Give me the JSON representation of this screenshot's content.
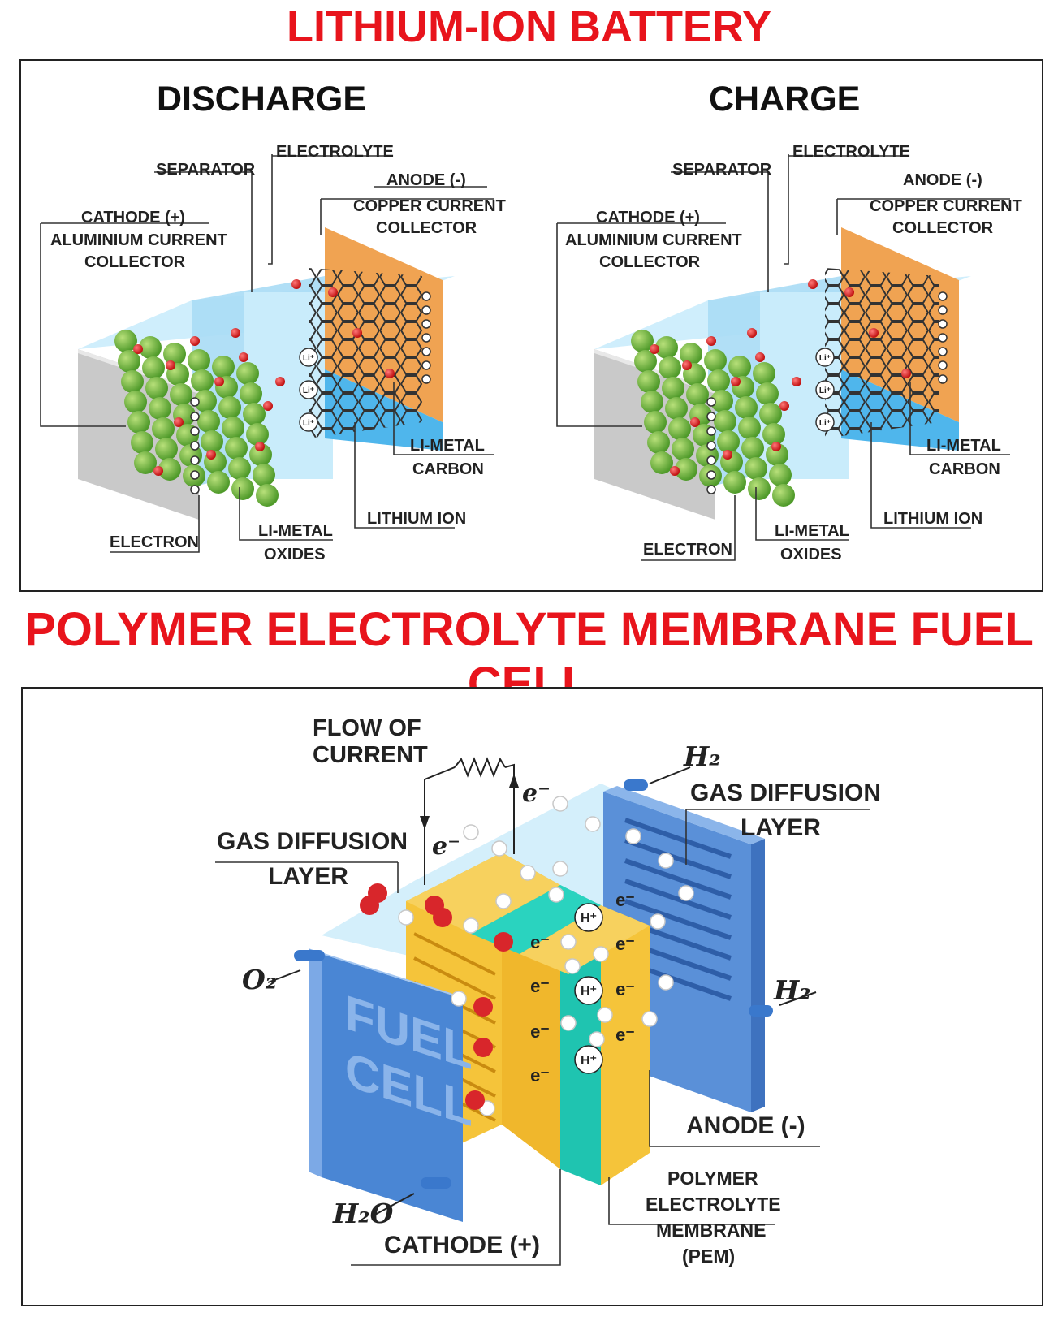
{
  "titles": {
    "battery": "LITHIUM-ION BATTERY",
    "fuel_cell": "POLYMER ELECTROLYTE MEMBRANE FUEL CELL"
  },
  "battery": {
    "discharge": {
      "heading": "DISCHARGE",
      "labels": {
        "separator": "SEPARATOR",
        "electrolyte": "ELECTROLYTE",
        "anode": "ANODE (-)",
        "copper_1": "COPPER CURRENT",
        "copper_2": "COLLECTOR",
        "cathode": "CATHODE (+)",
        "aluminium_1": "ALUMINIUM CURRENT",
        "aluminium_2": "COLLECTOR",
        "li_metal_carbon_1": "LI-METAL",
        "li_metal_carbon_2": "CARBON",
        "lithium_ion": "LITHIUM ION",
        "li_metal_oxides_1": "LI-METAL",
        "li_metal_oxides_2": "OXIDES",
        "electron": "ELECTRON"
      }
    },
    "charge": {
      "heading": "CHARGE",
      "labels": {
        "separator": "SEPARATOR",
        "electrolyte": "ELECTROLYTE",
        "anode": "ANODE (-)",
        "copper_1": "COPPER CURRENT",
        "copper_2": "COLLECTOR",
        "cathode": "CATHODE (+)",
        "aluminium_1": "ALUMINIUM CURRENT",
        "aluminium_2": "COLLECTOR",
        "li_metal_carbon_1": "LI-METAL",
        "li_metal_carbon_2": "CARBON",
        "lithium_ion": "LITHIUM ION",
        "li_metal_oxides_1": "LI-METAL",
        "li_metal_oxides_2": "OXIDES",
        "electron": "ELECTRON"
      }
    },
    "ion_symbol": "Li⁺"
  },
  "fuel_cell": {
    "flow_1": "FLOW OF",
    "flow_2": "CURRENT",
    "gdl_right_1": "GAS DIFFUSION",
    "gdl_right_2": "LAYER",
    "gdl_left_1": "GAS DIFFUSION",
    "gdl_left_2": "LAYER",
    "anode": "ANODE (-)",
    "cathode": "CATHODE (+)",
    "pem_1": "POLYMER",
    "pem_2": "ELECTROLYTE",
    "pem_3": "MEMBRANE",
    "pem_4": "(PEM)",
    "fuel_1": "FUEL",
    "fuel_2": "CELL",
    "o2": "O₂",
    "h2_in": "H₂",
    "h2_out": "H₂",
    "h2o": "H₂O",
    "electron_symbol": "e⁻",
    "proton_symbol": "H⁺",
    "colors": {
      "cathode_plate": "#4a86d4",
      "gas_layer": "#f5c43a",
      "membrane": "#1fc4b0",
      "anode_plate": "#5a90d8",
      "ion_red": "#d8262b"
    }
  }
}
